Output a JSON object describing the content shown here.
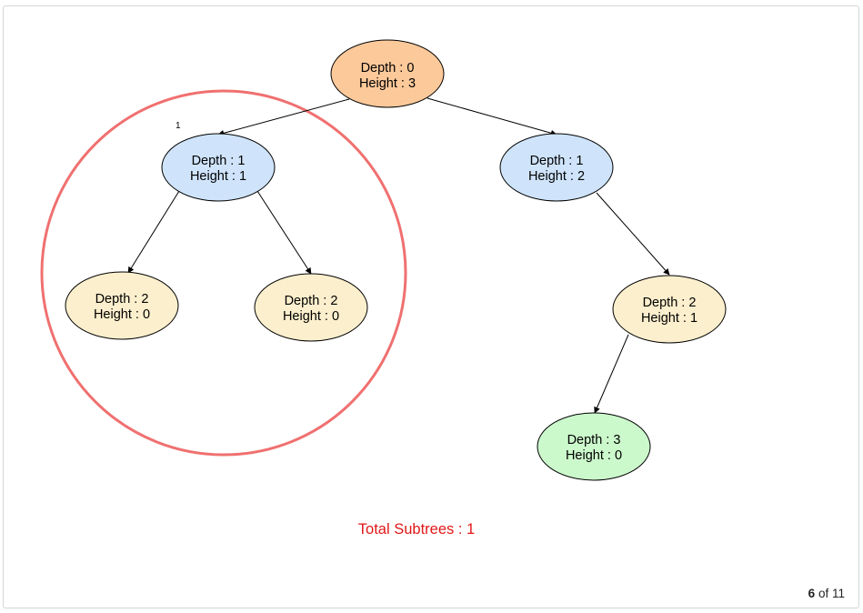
{
  "nodes": [
    {
      "id": "root",
      "line1": "Depth : 0",
      "line2": "Height : 3",
      "fill": "#fcc99a"
    },
    {
      "id": "l",
      "line1": "Depth : 1",
      "line2": "Height : 1",
      "fill": "#cfe4fb"
    },
    {
      "id": "r",
      "line1": "Depth : 1",
      "line2": "Height : 2",
      "fill": "#cfe4fb"
    },
    {
      "id": "ll",
      "line1": "Depth : 2",
      "line2": "Height : 0",
      "fill": "#fcefcd"
    },
    {
      "id": "lr",
      "line1": "Depth : 2",
      "line2": "Height : 0",
      "fill": "#fcefcd"
    },
    {
      "id": "rr",
      "line1": "Depth : 2",
      "line2": "Height : 1",
      "fill": "#fcefcd"
    },
    {
      "id": "rrl",
      "line1": "Depth : 3",
      "line2": "Height : 0",
      "fill": "#ccf9cc"
    }
  ],
  "edges": [
    {
      "from": "root",
      "to": "l"
    },
    {
      "from": "root",
      "to": "r"
    },
    {
      "from": "l",
      "to": "ll"
    },
    {
      "from": "l",
      "to": "lr"
    },
    {
      "from": "r",
      "to": "rr"
    },
    {
      "from": "rr",
      "to": "rrl"
    }
  ],
  "highlight": {
    "label": "1",
    "color": "#f07070"
  },
  "summary": {
    "text": "Total Subtrees : 1",
    "color": "#e01818"
  },
  "pager": {
    "current": "6",
    "of_label": "of",
    "total": "11"
  }
}
